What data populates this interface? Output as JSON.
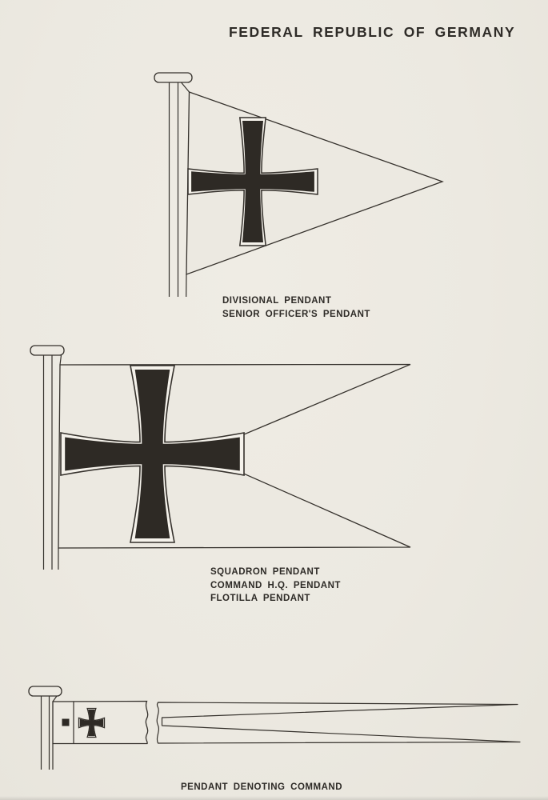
{
  "page": {
    "title": "FEDERAL REPUBLIC OF GERMANY",
    "colors": {
      "paper": "#ECE9E1",
      "ink": "#35312C",
      "cross": "#2E2A25",
      "fimbriation": "#F5F2EB"
    }
  },
  "flags": [
    {
      "name": "divisional-pendant",
      "shape": "triangular pennant on mast with black iron cross",
      "labels": [
        "DIVISIONAL PENDANT",
        "SENIOR OFFICER'S PENDANT"
      ]
    },
    {
      "name": "squadron-pendant",
      "shape": "swallow-tailed pennant on mast with large black iron cross",
      "labels": [
        "SQUADRON PENDANT",
        "COMMAND H.Q. PENDANT",
        "FLOTILLA PENDANT"
      ]
    },
    {
      "name": "command-pendant",
      "shape": "long narrow split-tail masthead pendant with small iron cross, black square at hoist and break mark",
      "labels": [
        "PENDANT DENOTING COMMAND"
      ]
    }
  ]
}
